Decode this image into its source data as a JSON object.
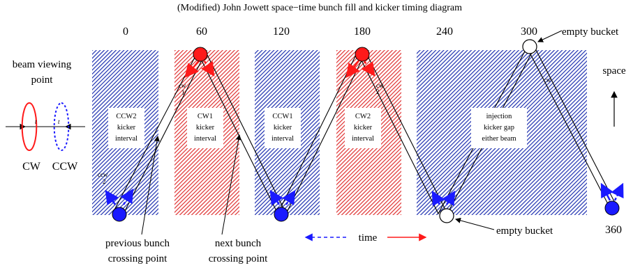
{
  "title": "(Modified) John Jowett space−time bunch fill and kicker timing diagram",
  "time_ticks": [
    "0",
    "60",
    "120",
    "180",
    "240",
    "300",
    "360"
  ],
  "intervals": [
    {
      "id": "ccw2",
      "lines": [
        "CCW2",
        "kicker",
        "interval"
      ],
      "color": "#1d2fb0"
    },
    {
      "id": "cw1",
      "lines": [
        "CW1",
        "kicker",
        "interval"
      ],
      "color": "#e03030"
    },
    {
      "id": "ccw1",
      "lines": [
        "CCW1",
        "kicker",
        "interval"
      ],
      "color": "#1d2fb0"
    },
    {
      "id": "cw2",
      "lines": [
        "CW2",
        "kicker",
        "interval"
      ],
      "color": "#e03030"
    },
    {
      "id": "injection",
      "lines": [
        "injection",
        "kicker gap",
        "either beam"
      ],
      "color": "#1d2fb0"
    }
  ],
  "bunch_labels": {
    "cw1": [
      "cw",
      "1"
    ],
    "cw2": [
      "cw",
      "2"
    ],
    "ccw2": [
      "ccw",
      "2"
    ],
    "ccw1": [
      "cw",
      "1"
    ]
  },
  "labels": {
    "empty_bucket_top": "empty bucket",
    "empty_bucket_bottom": "empty bucket",
    "space": "space",
    "time": "time",
    "beam_viewing_point": [
      "beam viewing",
      "point"
    ],
    "cw": "CW",
    "ccw": "CCW",
    "t_mark": "t",
    "previous_crossing": [
      "previous bunch",
      "crossing point"
    ],
    "next_crossing": [
      "next bunch",
      "crossing point"
    ]
  },
  "colors": {
    "blue": "#1d2fb0",
    "red": "#e03030",
    "bunch_blue": "#1a1aff",
    "bunch_red": "#ff1a1a"
  }
}
